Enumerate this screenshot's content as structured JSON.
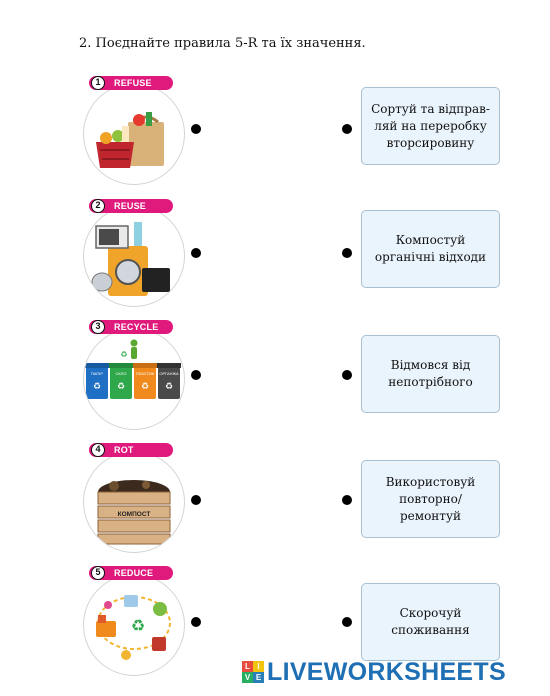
{
  "task": {
    "title": "2. Поєднайте правила 5-R та їх значення."
  },
  "rules": [
    {
      "number": "1",
      "label": "REFUSE",
      "icon": "shopping-bag-basket-icon"
    },
    {
      "number": "2",
      "label": "REUSE",
      "icon": "appliances-icon"
    },
    {
      "number": "3",
      "label": "RECYCLE",
      "icon": "sorting-bins-icon",
      "bin_labels": [
        "ПАПІР",
        "СКЛО",
        "ПЛАСТИК",
        "ОРГАНІКА"
      ]
    },
    {
      "number": "4",
      "label": "ROT",
      "icon": "compost-crate-icon",
      "crate_label": "КОМПОСТ"
    },
    {
      "number": "5",
      "label": "REDUCE",
      "icon": "eco-cycle-icon"
    }
  ],
  "meanings": [
    "Сортуй та відправ-\nляй на переробку\nвторсировину",
    "Компостуй\nорганічні відходи",
    "Відмовся від\nнепотрібного",
    "Використовуй\nповторно/\nремонтуй",
    "Скорочуй\nспоживання"
  ],
  "watermark": {
    "text": "LIVEWORKSHEETS",
    "logo_letters": [
      "L",
      "I",
      "V",
      "E"
    ]
  },
  "colors": {
    "accent_pink": "#e0197d",
    "meaning_box_bg": "#eaf4fc",
    "watermark_blue": "#1e6fb4"
  }
}
